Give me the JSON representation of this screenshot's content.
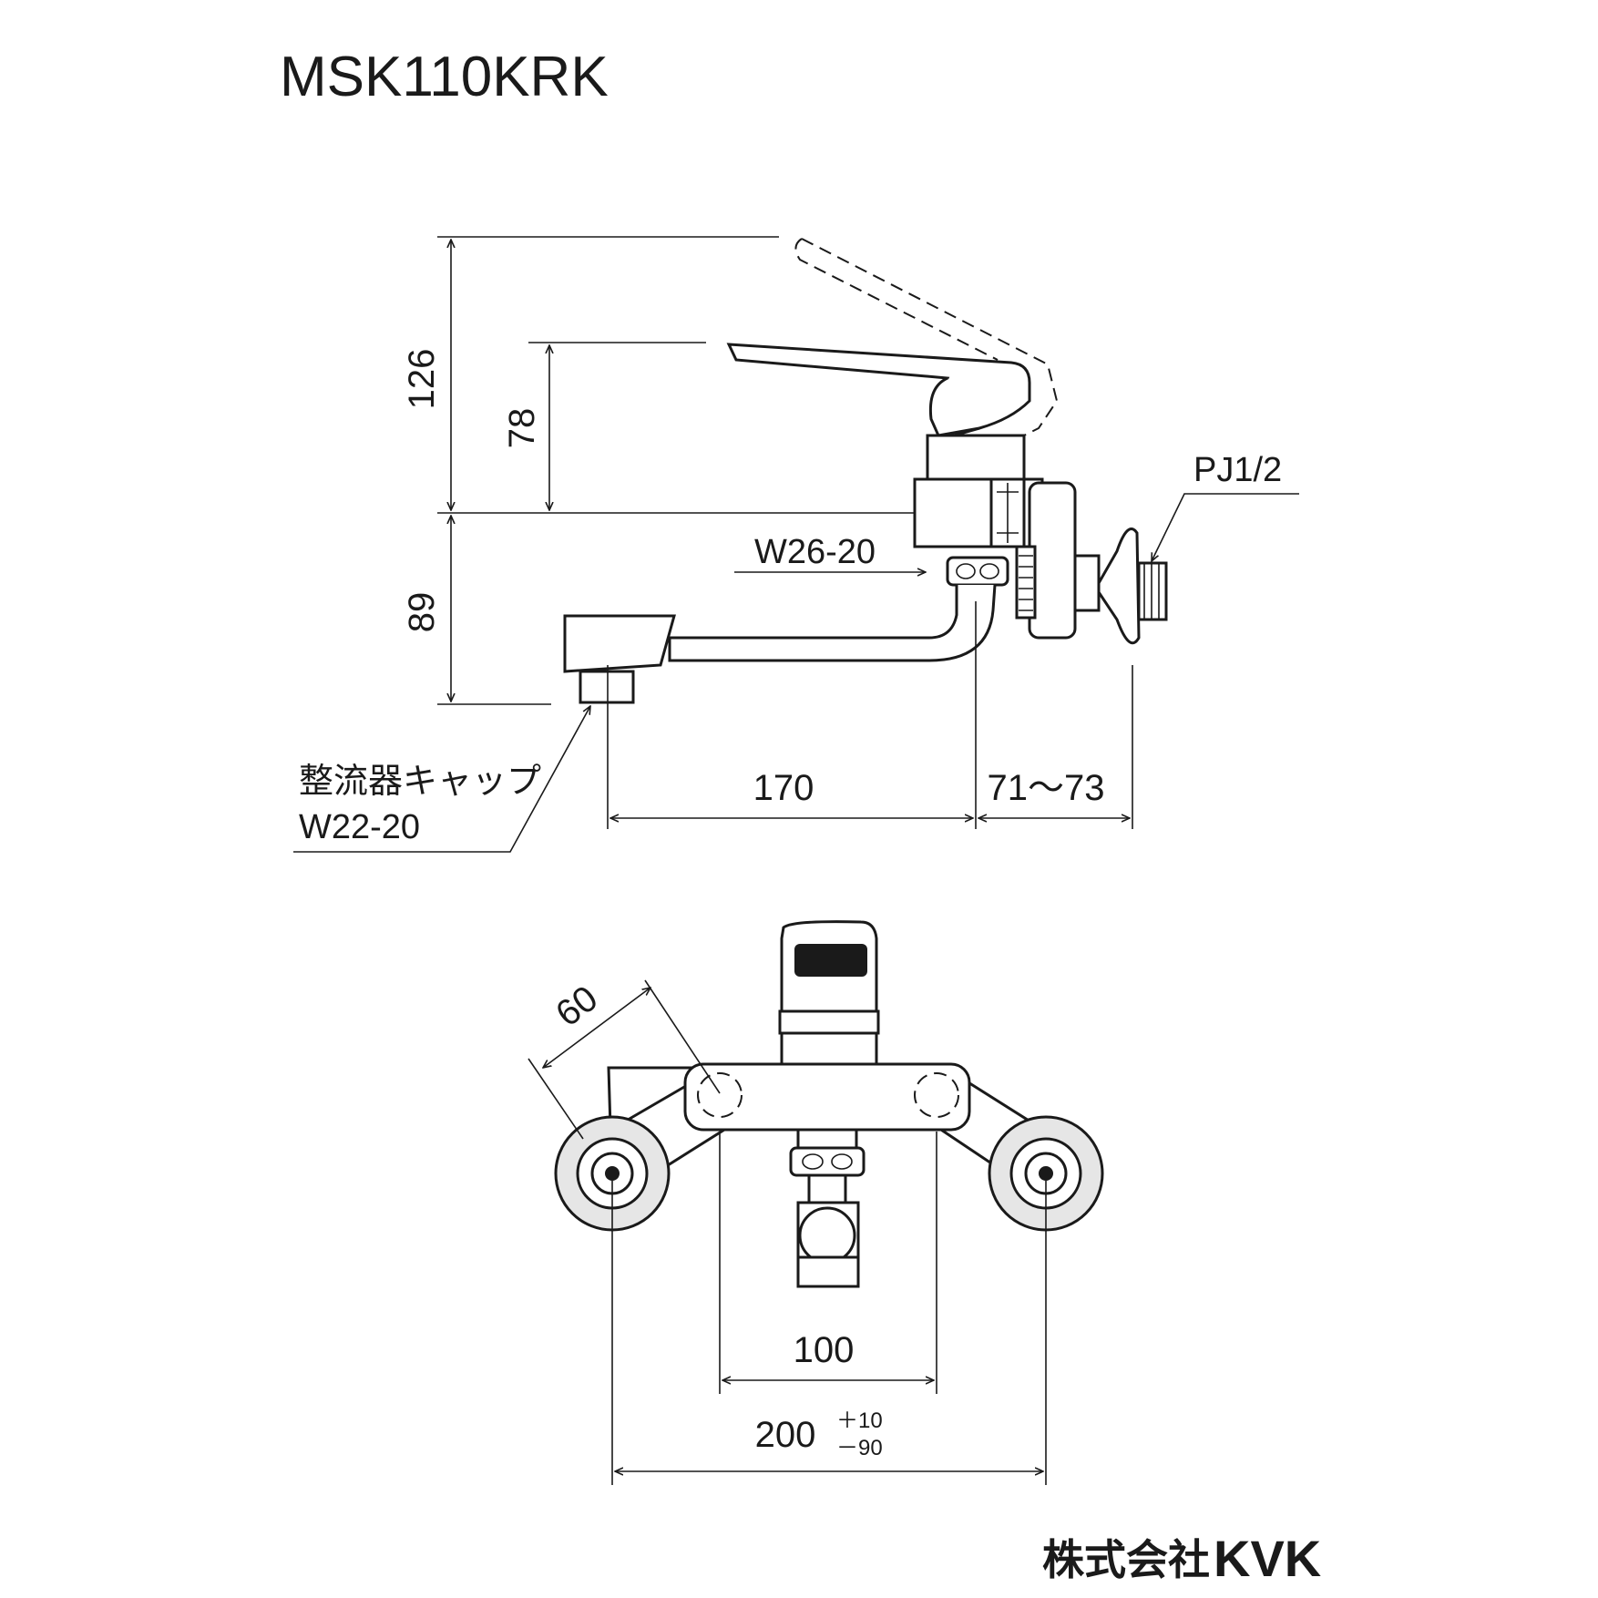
{
  "model": "MSK110KRK",
  "company": "株式会社",
  "brand": "KVK",
  "side_view": {
    "dim_126": "126",
    "dim_78": "78",
    "dim_89": "89",
    "dim_170": "170",
    "dim_71_73": "71～73",
    "label_pj": "PJ1/2",
    "label_w26": "W26-20",
    "label_cap": "整流器キャップ",
    "label_w22": "W22-20"
  },
  "front_view": {
    "dim_60": "60",
    "dim_100": "100",
    "dim_200": "200",
    "tol_plus": "＋10",
    "tol_minus": "－90"
  }
}
